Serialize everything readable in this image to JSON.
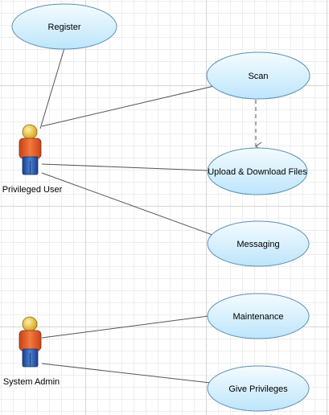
{
  "actors": {
    "privileged_user": {
      "label": "Privileged User"
    },
    "system_admin": {
      "label": "System Admin"
    }
  },
  "use_cases": {
    "register": {
      "label": "Register"
    },
    "scan": {
      "label": "Scan"
    },
    "upload_download": {
      "label": "Upload & Download Files"
    },
    "messaging": {
      "label": "Messaging"
    },
    "maintenance": {
      "label": "Maintenance"
    },
    "give_privileges": {
      "label": "Give Privileges"
    }
  },
  "colors": {
    "use_case_fill_top": "#f2fbff",
    "use_case_fill_bottom": "#bfe6fb",
    "use_case_stroke": "#5c8fb3",
    "line": "#555555",
    "actor_head": "#f0c020",
    "actor_body": "#ef6a2a",
    "actor_legs": "#2f62b8"
  }
}
